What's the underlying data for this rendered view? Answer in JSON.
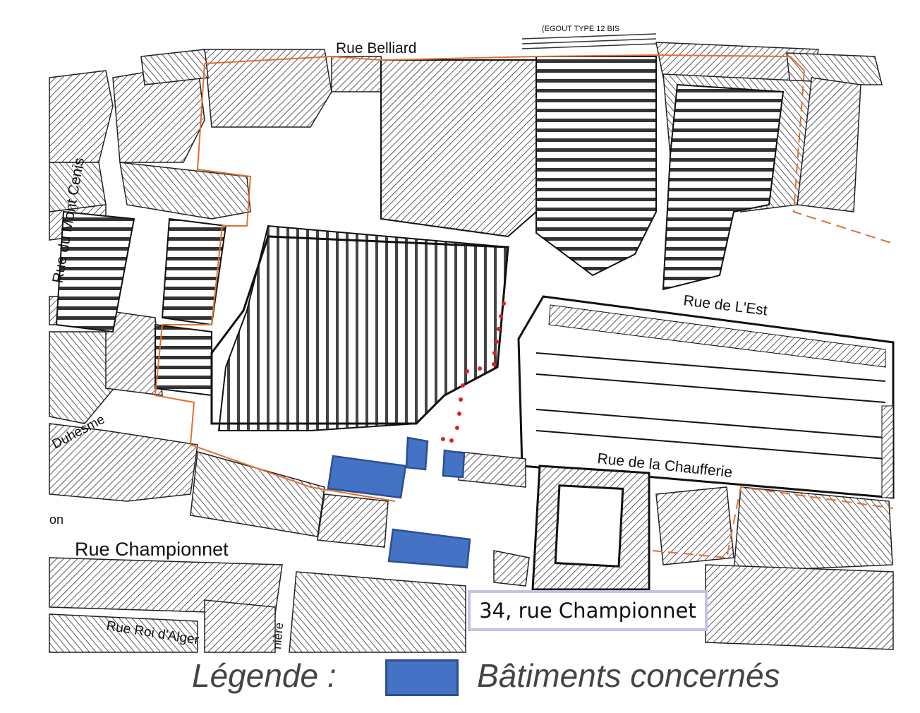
{
  "map": {
    "top_label": "(EGOUT TYPE 12 BIS",
    "streets": [
      {
        "id": "rue-belliard",
        "text": "Rue Belliard"
      },
      {
        "id": "rue-du-mont-cenis",
        "text": "Rue du Mont Cenis"
      },
      {
        "id": "rue-de-lest",
        "text": "Rue de L'Est"
      },
      {
        "id": "rue-de-la-chaufferie",
        "text": "Rue de la Chaufferie"
      },
      {
        "id": "rue-championnet",
        "text": "Rue Championnet"
      },
      {
        "id": "rue-roi-dalger",
        "text": "Rue Roi d'Alger"
      },
      {
        "id": "duhesme",
        "text": "Duhesme"
      },
      {
        "id": "fragment-on",
        "text": "on"
      },
      {
        "id": "fragment-niere",
        "text": "nière"
      }
    ],
    "address": "34, rue Championnet",
    "highlight_color": "#4472c4"
  },
  "legend": {
    "label": "Légende :",
    "item": "Bâtiments concernés"
  }
}
